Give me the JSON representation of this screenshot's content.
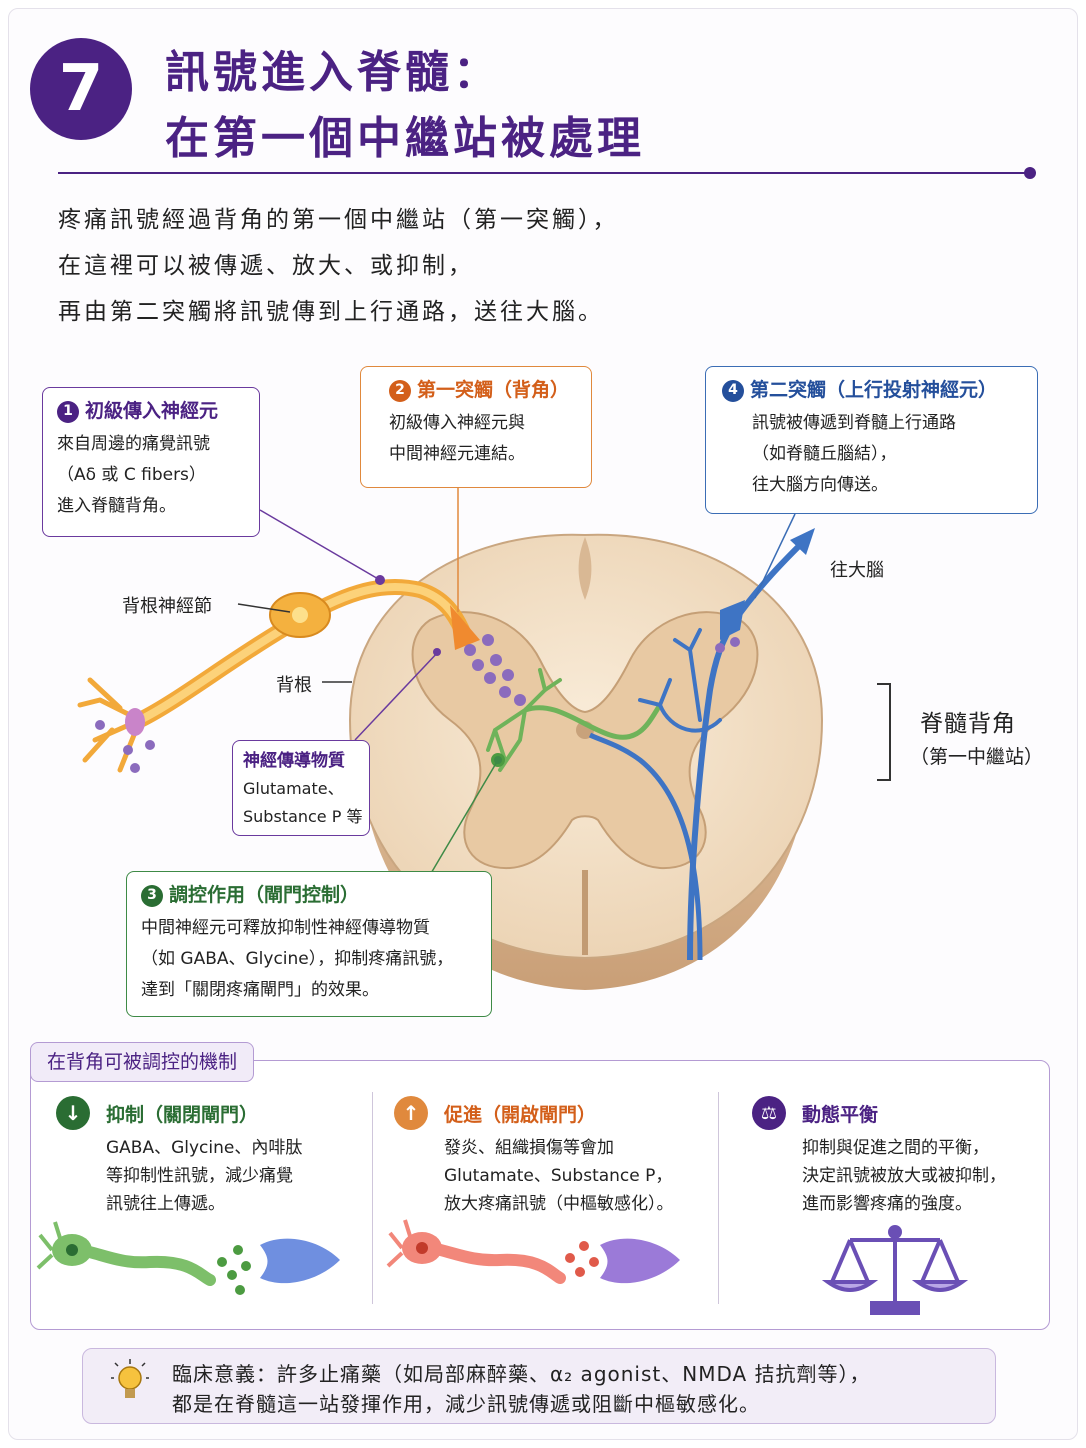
{
  "header": {
    "number": "7",
    "title_line1": "訊號進入脊髓：",
    "title_line2": "在第一個中繼站被處理"
  },
  "intro": [
    "疼痛訊號經過背角的第一個中繼站（第一突觸），",
    "在這裡可以被傳遞、放大、或抑制，",
    "再由第二突觸將訊號傳到上行通路，送往大腦。"
  ],
  "callouts": {
    "primary": {
      "num": "1",
      "title": "初級傳入神經元",
      "lines": [
        "來自周邊的痛覺訊號",
        "（Aδ 或 C fibers）",
        "進入脊髓背角。"
      ]
    },
    "first_synapse": {
      "num": "2",
      "title": "第一突觸（背角）",
      "lines": [
        "初級傳入神經元與",
        "中間神經元連結。"
      ]
    },
    "second_synapse": {
      "num": "4",
      "title": "第二突觸（上行投射神經元）",
      "lines": [
        "訊號被傳遞到脊髓上行通路",
        "（如脊髓丘腦結），",
        "往大腦方向傳送。"
      ]
    },
    "modulation": {
      "num": "3",
      "title": "調控作用（閘門控制）",
      "lines": [
        "中間神經元可釋放抑制性神經傳導物質",
        "（如 GABA、Glycine），抑制疼痛訊號，",
        "達到「關閉疼痛閘門」的效果。"
      ]
    },
    "neurotransmitter": {
      "title": "神經傳導物質",
      "lines": [
        "Glutamate、",
        "Substance P 等"
      ]
    }
  },
  "labels": {
    "dorsal_root_ganglion": "背根神經節",
    "dorsal_root": "背根",
    "to_brain": "往大腦",
    "dorsal_horn": "脊髓背角",
    "dorsal_horn_sub": "（第一中繼站）"
  },
  "mechanisms": {
    "tab": "在背角可被調控的機制",
    "items": [
      {
        "title": "抑制（關閉閘門）",
        "icon": "arrow-down-icon",
        "color": "#2a6d33",
        "lines": [
          "GABA、Glycine、內啡肽",
          "等抑制性訊號，減少痛覺",
          "訊號往上傳遞。"
        ]
      },
      {
        "title": "促進（開啟閘門）",
        "icon": "arrow-up-icon",
        "color": "#e0893d",
        "lines": [
          "發炎、組織損傷等會加",
          "Glutamate、Substance P，",
          "放大疼痛訊號（中樞敏感化）。"
        ]
      },
      {
        "title": "動態平衡",
        "icon": "scale-icon",
        "color": "#4b2283",
        "lines": [
          "抑制與促進之間的平衡，",
          "決定訊號被放大或被抑制，",
          "進而影響疼痛的強度。"
        ]
      }
    ]
  },
  "clinical": {
    "line1": "臨床意義：許多止痛藥（如局部麻醉藥、α₂ agonist、NMDA 拮抗劑等），",
    "line2": "都是在脊髓這一站發揮作用，減少訊號傳遞或阻斷中樞敏感化。"
  },
  "colors": {
    "purple": "#4b2283",
    "orange": "#d35f1a",
    "blue": "#244f9b",
    "green": "#2a6d33"
  }
}
